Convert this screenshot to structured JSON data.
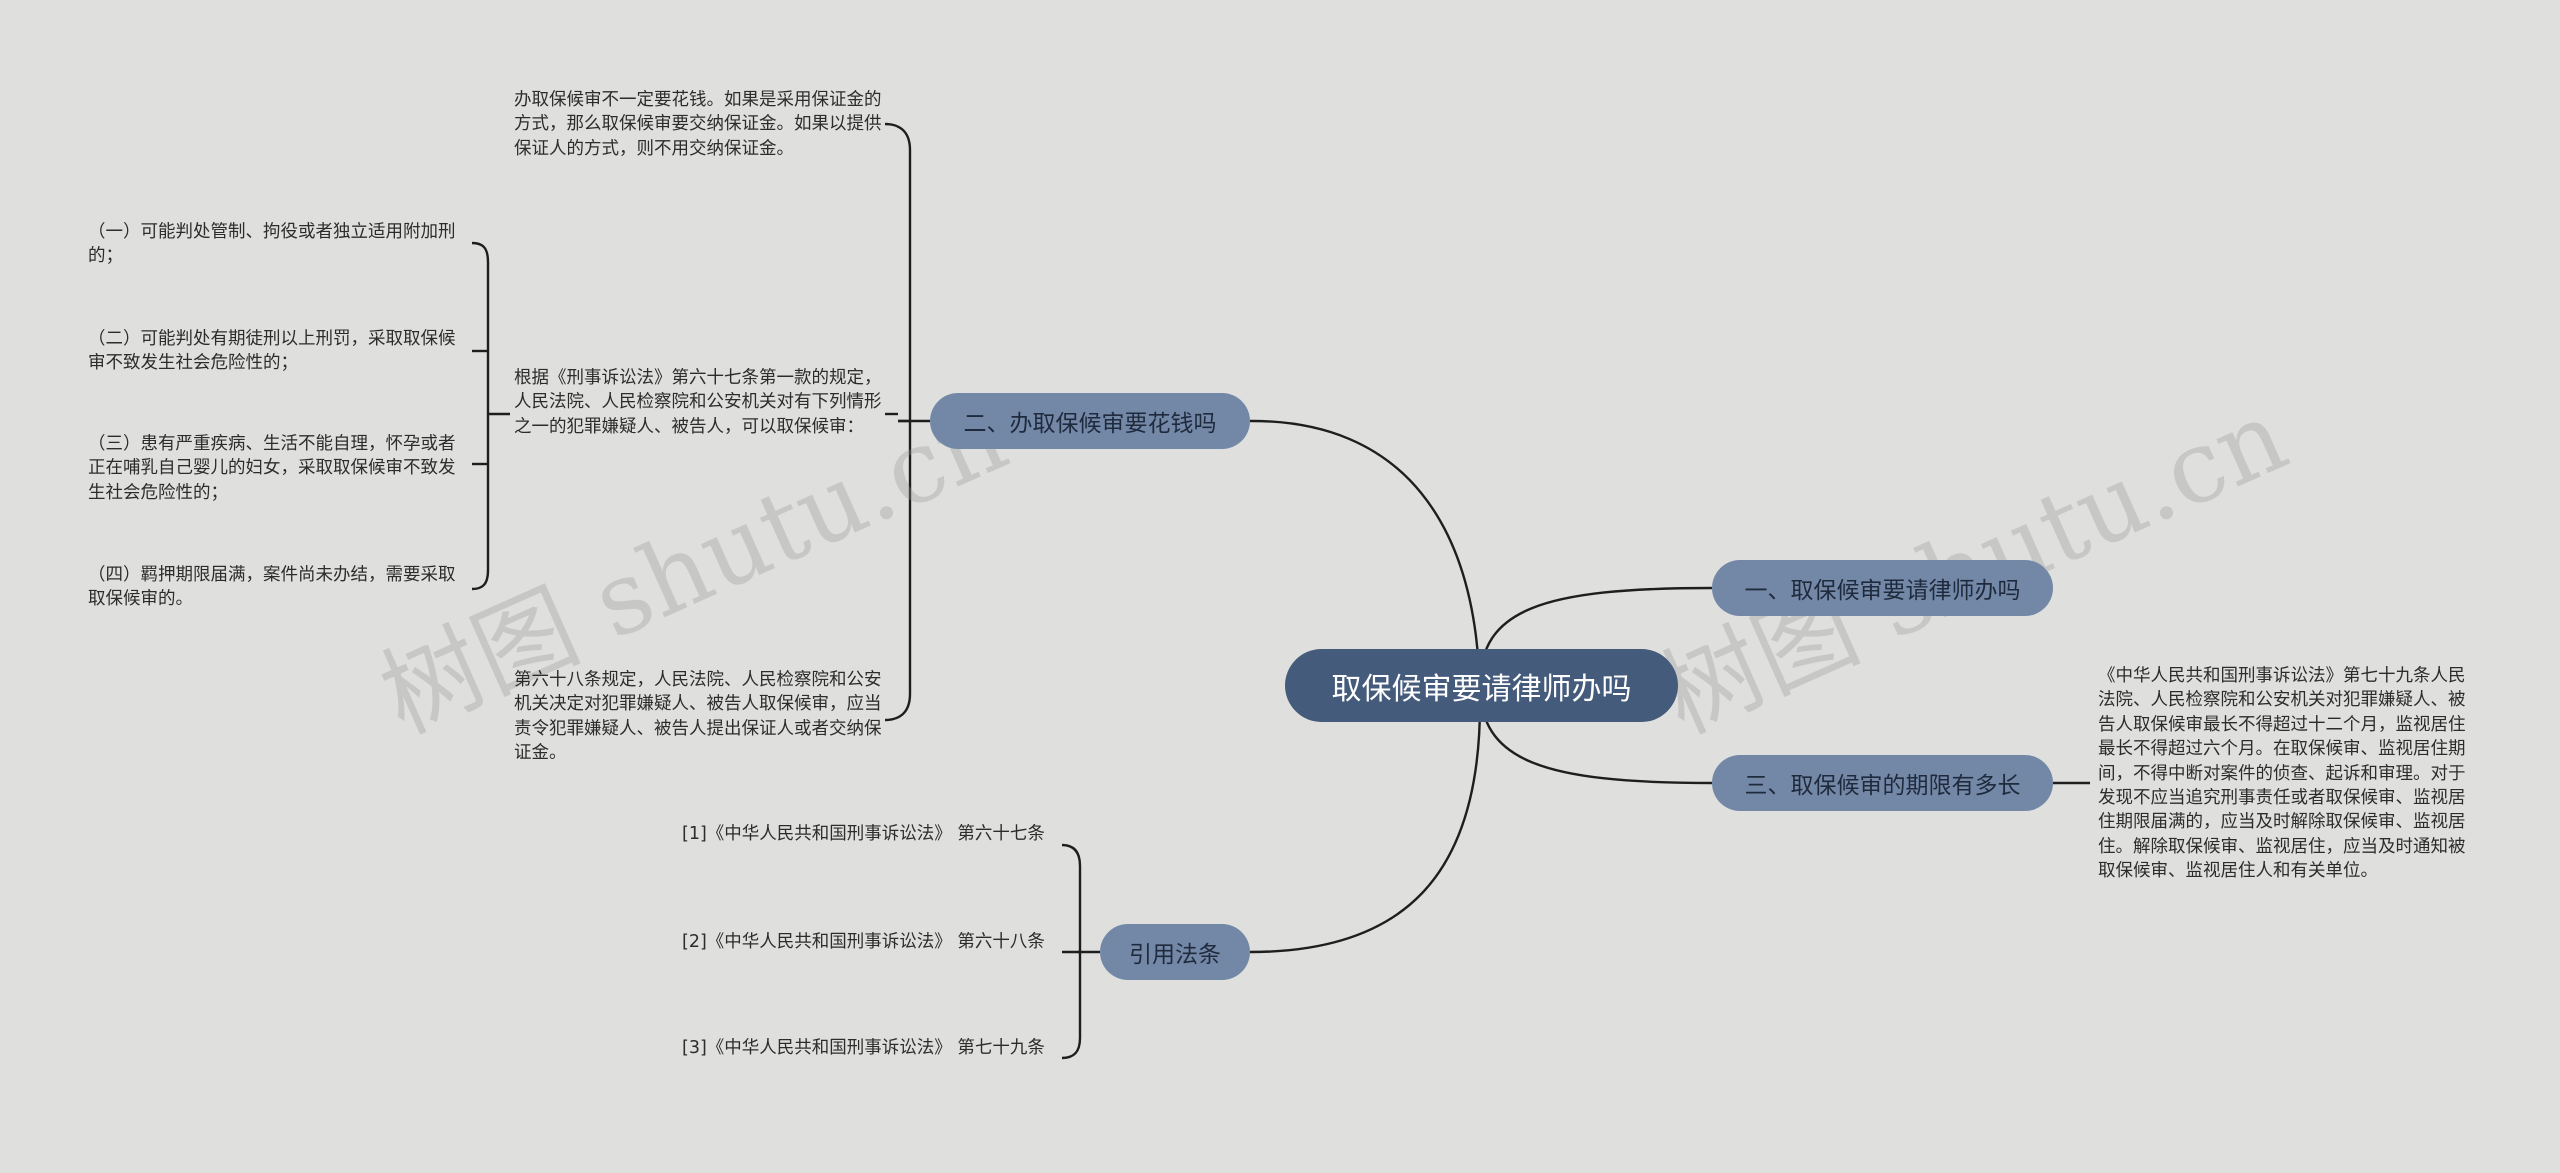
{
  "root": {
    "label": "取保候审要请律师办吗"
  },
  "branches": {
    "b1": {
      "label": "一、取保候审要请律师办吗"
    },
    "b2": {
      "label": "二、办取保候审要花钱吗"
    },
    "b3": {
      "label": "三、取保候审的期限有多长"
    },
    "b4": {
      "label": "引用法条"
    }
  },
  "texts": {
    "b2_cost": "办取保候审不一定要花钱。如果是采用保证金的方式，那么取保候审要交纳保证金。如果以提供保证人的方式，则不用交纳保证金。",
    "b2_art67": "根据《刑事诉讼法》第六十七条第一款的规定，人民法院、人民检察院和公安机关对有下列情形之一的犯罪嫌疑人、被告人，可以取保候审：",
    "b2_art67_items": [
      "（一）可能判处管制、拘役或者独立适用附加刑的；",
      "（二）可能判处有期徒刑以上刑罚，采取取保候审不致发生社会危险性的；",
      "（三）患有严重疾病、生活不能自理，怀孕或者正在哺乳自己婴儿的妇女，采取取保候审不致发生社会危险性的；",
      "（四）羁押期限届满，案件尚未办结，需要采取取保候审的。"
    ],
    "b2_art68": "第六十八条规定，人民法院、人民检察院和公安机关决定对犯罪嫌疑人、被告人取保候审，应当责令犯罪嫌疑人、被告人提出保证人或者交纳保证金。",
    "b3_term": "《中华人民共和国刑事诉讼法》第七十九条人民法院、人民检察院和公安机关对犯罪嫌疑人、被告人取保候审最长不得超过十二个月，监视居住最长不得超过六个月。在取保候审、监视居住期间，不得中断对案件的侦查、起诉和审理。对于发现不应当追究刑事责任或者取保候审、监视居住期限届满的，应当及时解除取保候审、监视居住。解除取保候审、监视居住，应当及时通知被取保候审、监视居住人和有关单位。",
    "refs": [
      "[1]《中华人民共和国刑事诉讼法》 第六十七条",
      "[2]《中华人民共和国刑事诉讼法》 第六十八条",
      "[3]《中华人民共和国刑事诉讼法》 第七十九条"
    ]
  },
  "watermarks": [
    "树图 shutu.cn",
    "树图 shutu.cn"
  ],
  "colors": {
    "background": "#dfe0dd",
    "root_fill": "#455b7c",
    "branch_fill": "#7388a7",
    "line": "#1e1e1e"
  }
}
